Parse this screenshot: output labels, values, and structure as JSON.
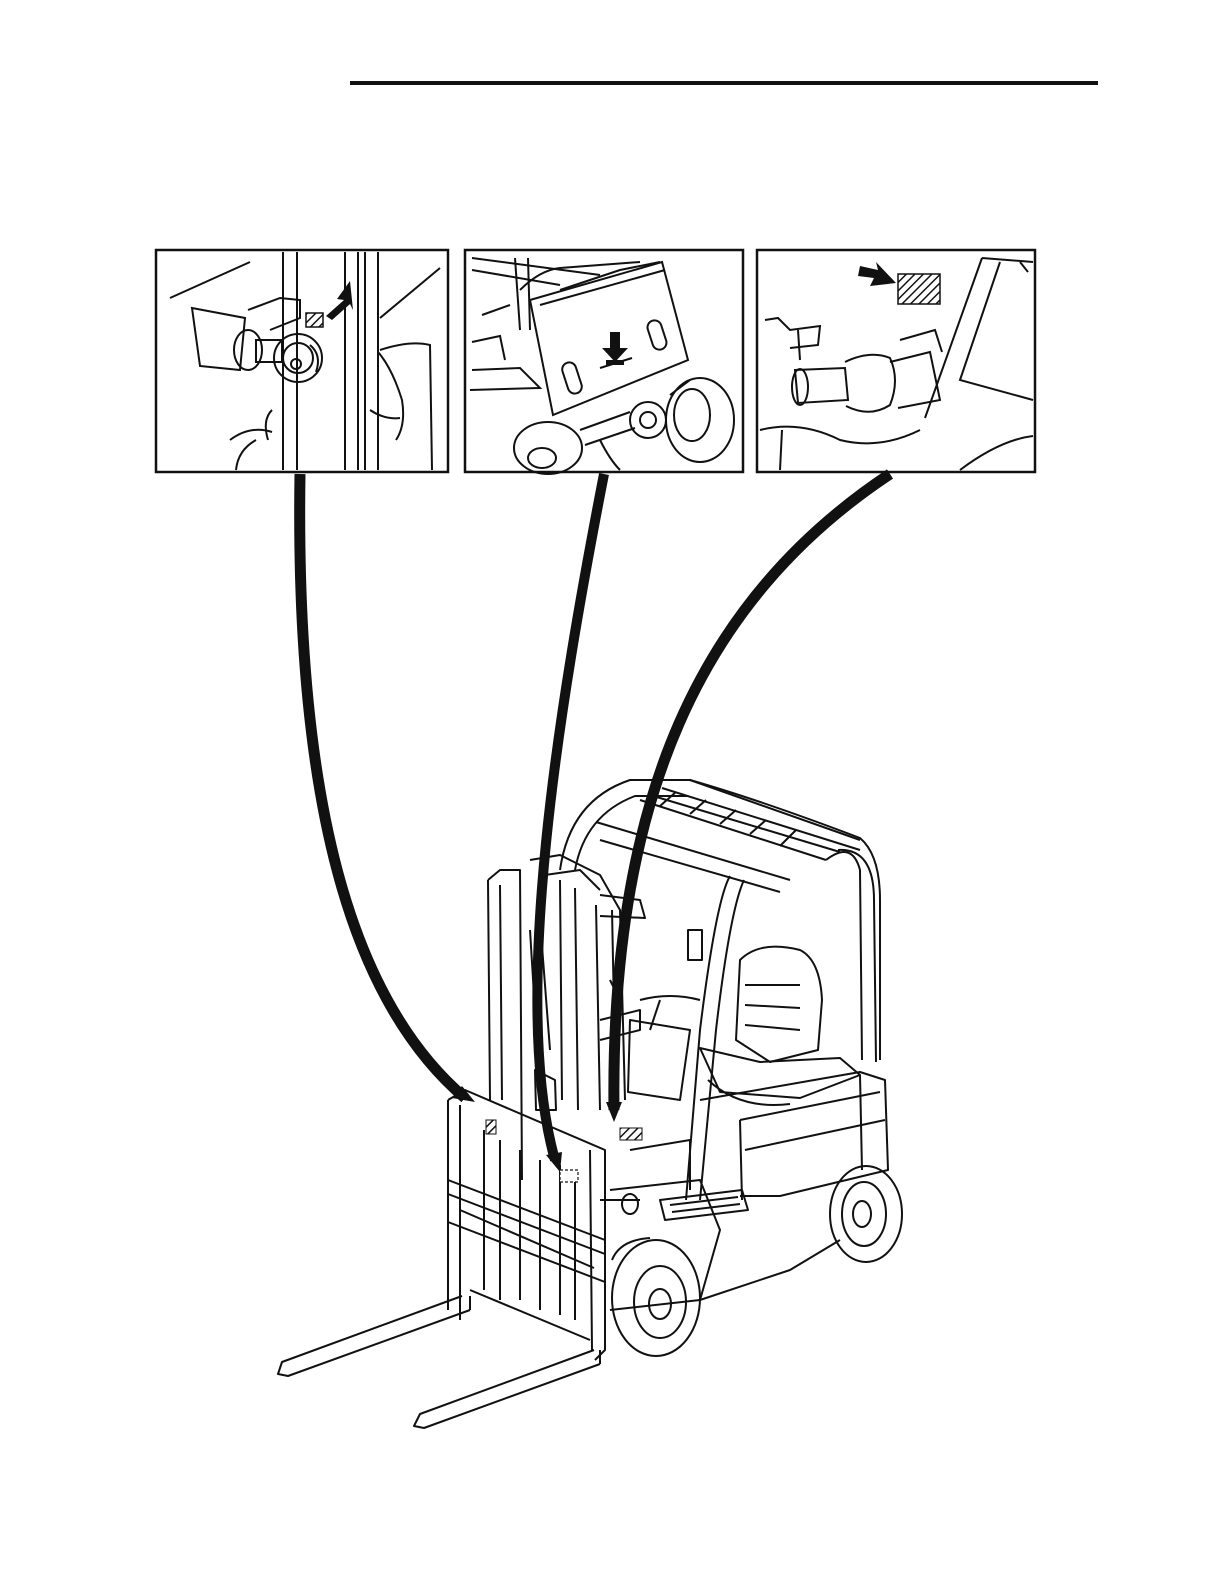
{
  "page": {
    "header_rule": "present"
  },
  "figure": {
    "detail_views": [
      {
        "id": "detail-1",
        "marker": "hatched-label-with-arrow",
        "subject": "mast-side-pin"
      },
      {
        "id": "detail-2",
        "marker": "label-with-down-arrow",
        "subject": "frame-plate-above-drive-axle"
      },
      {
        "id": "detail-3",
        "marker": "hatched-label-with-arrow",
        "subject": "tilt-cylinder-mount"
      }
    ],
    "leader_count": 3,
    "main_subject": "counterbalance-forklift"
  },
  "colors": {
    "ink": "#111111",
    "paper": "#ffffff"
  }
}
